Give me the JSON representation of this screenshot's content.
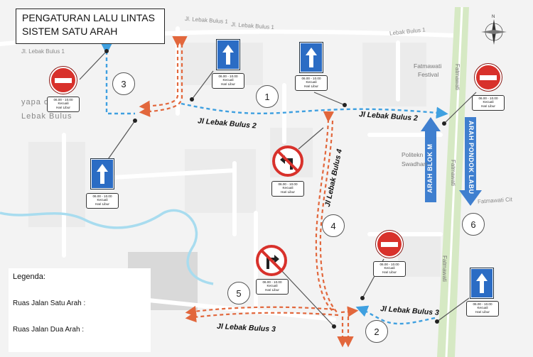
{
  "title": {
    "line1": "PENGATURAN LALU LINTAS",
    "line2": "SISTEM SATU ARAH"
  },
  "streets": {
    "lebak_bulus_1_a": "Jl. Lebak Bulus 1",
    "lebak_bulus_1_b": "Jl. Lebak Bulus 1",
    "lebak_bulus_1_c": "Lebak Bulus 1",
    "lebak_bulus_1_d": "Jl. Lebak Bulus 1",
    "lebak_bulus_2_w": "Jl Lebak Bulus 2",
    "lebak_bulus_2_e": "Jl Lebak Bulus 2",
    "lebak_bulus_3_w": "Jl Lebak Bulus 3",
    "lebak_bulus_3_e": "Jl Lebak Bulus 3",
    "lebak_bulus_4": "Jl Lebak Bulus 4",
    "fatmawati_top": "Fatmawati",
    "fatmawati_mid": "Fatmawati",
    "fatmawati_bot": "Fatmawati",
    "fatmawati_right": "Fatmawati Cit"
  },
  "places": {
    "hospital": "yapa    ospital",
    "hospital_2": "Lebak Bulus",
    "festival_1": "Fatmawati",
    "festival_2": "Festival",
    "politeknik_1": "Politekn",
    "politeknik_2": "Swadharr"
  },
  "directions": {
    "arah_blok_m": "ARAH BLOK M",
    "arah_pondok_labu": "ARAH PONDOK LABU"
  },
  "points": [
    "1",
    "2",
    "3",
    "4",
    "5",
    "6"
  ],
  "time_panel": {
    "hours": "06.00 - 10.00",
    "line2": "Kecuali",
    "line3": "Hari Libur"
  },
  "legend": {
    "title": "Legenda:",
    "one_way": "Ruas Jalan Satu Arah :",
    "two_way": "Ruas Jalan Dua Arah  :"
  },
  "colors": {
    "one_way_route": "#3fa0e0",
    "two_way_route": "#e2673c",
    "direction_arrow": "#3f7fcf",
    "sign_blue": "#2b6cc4",
    "sign_red": "#d8312b",
    "river": "#a8dcef",
    "green_strip": "#d6e9c4"
  }
}
